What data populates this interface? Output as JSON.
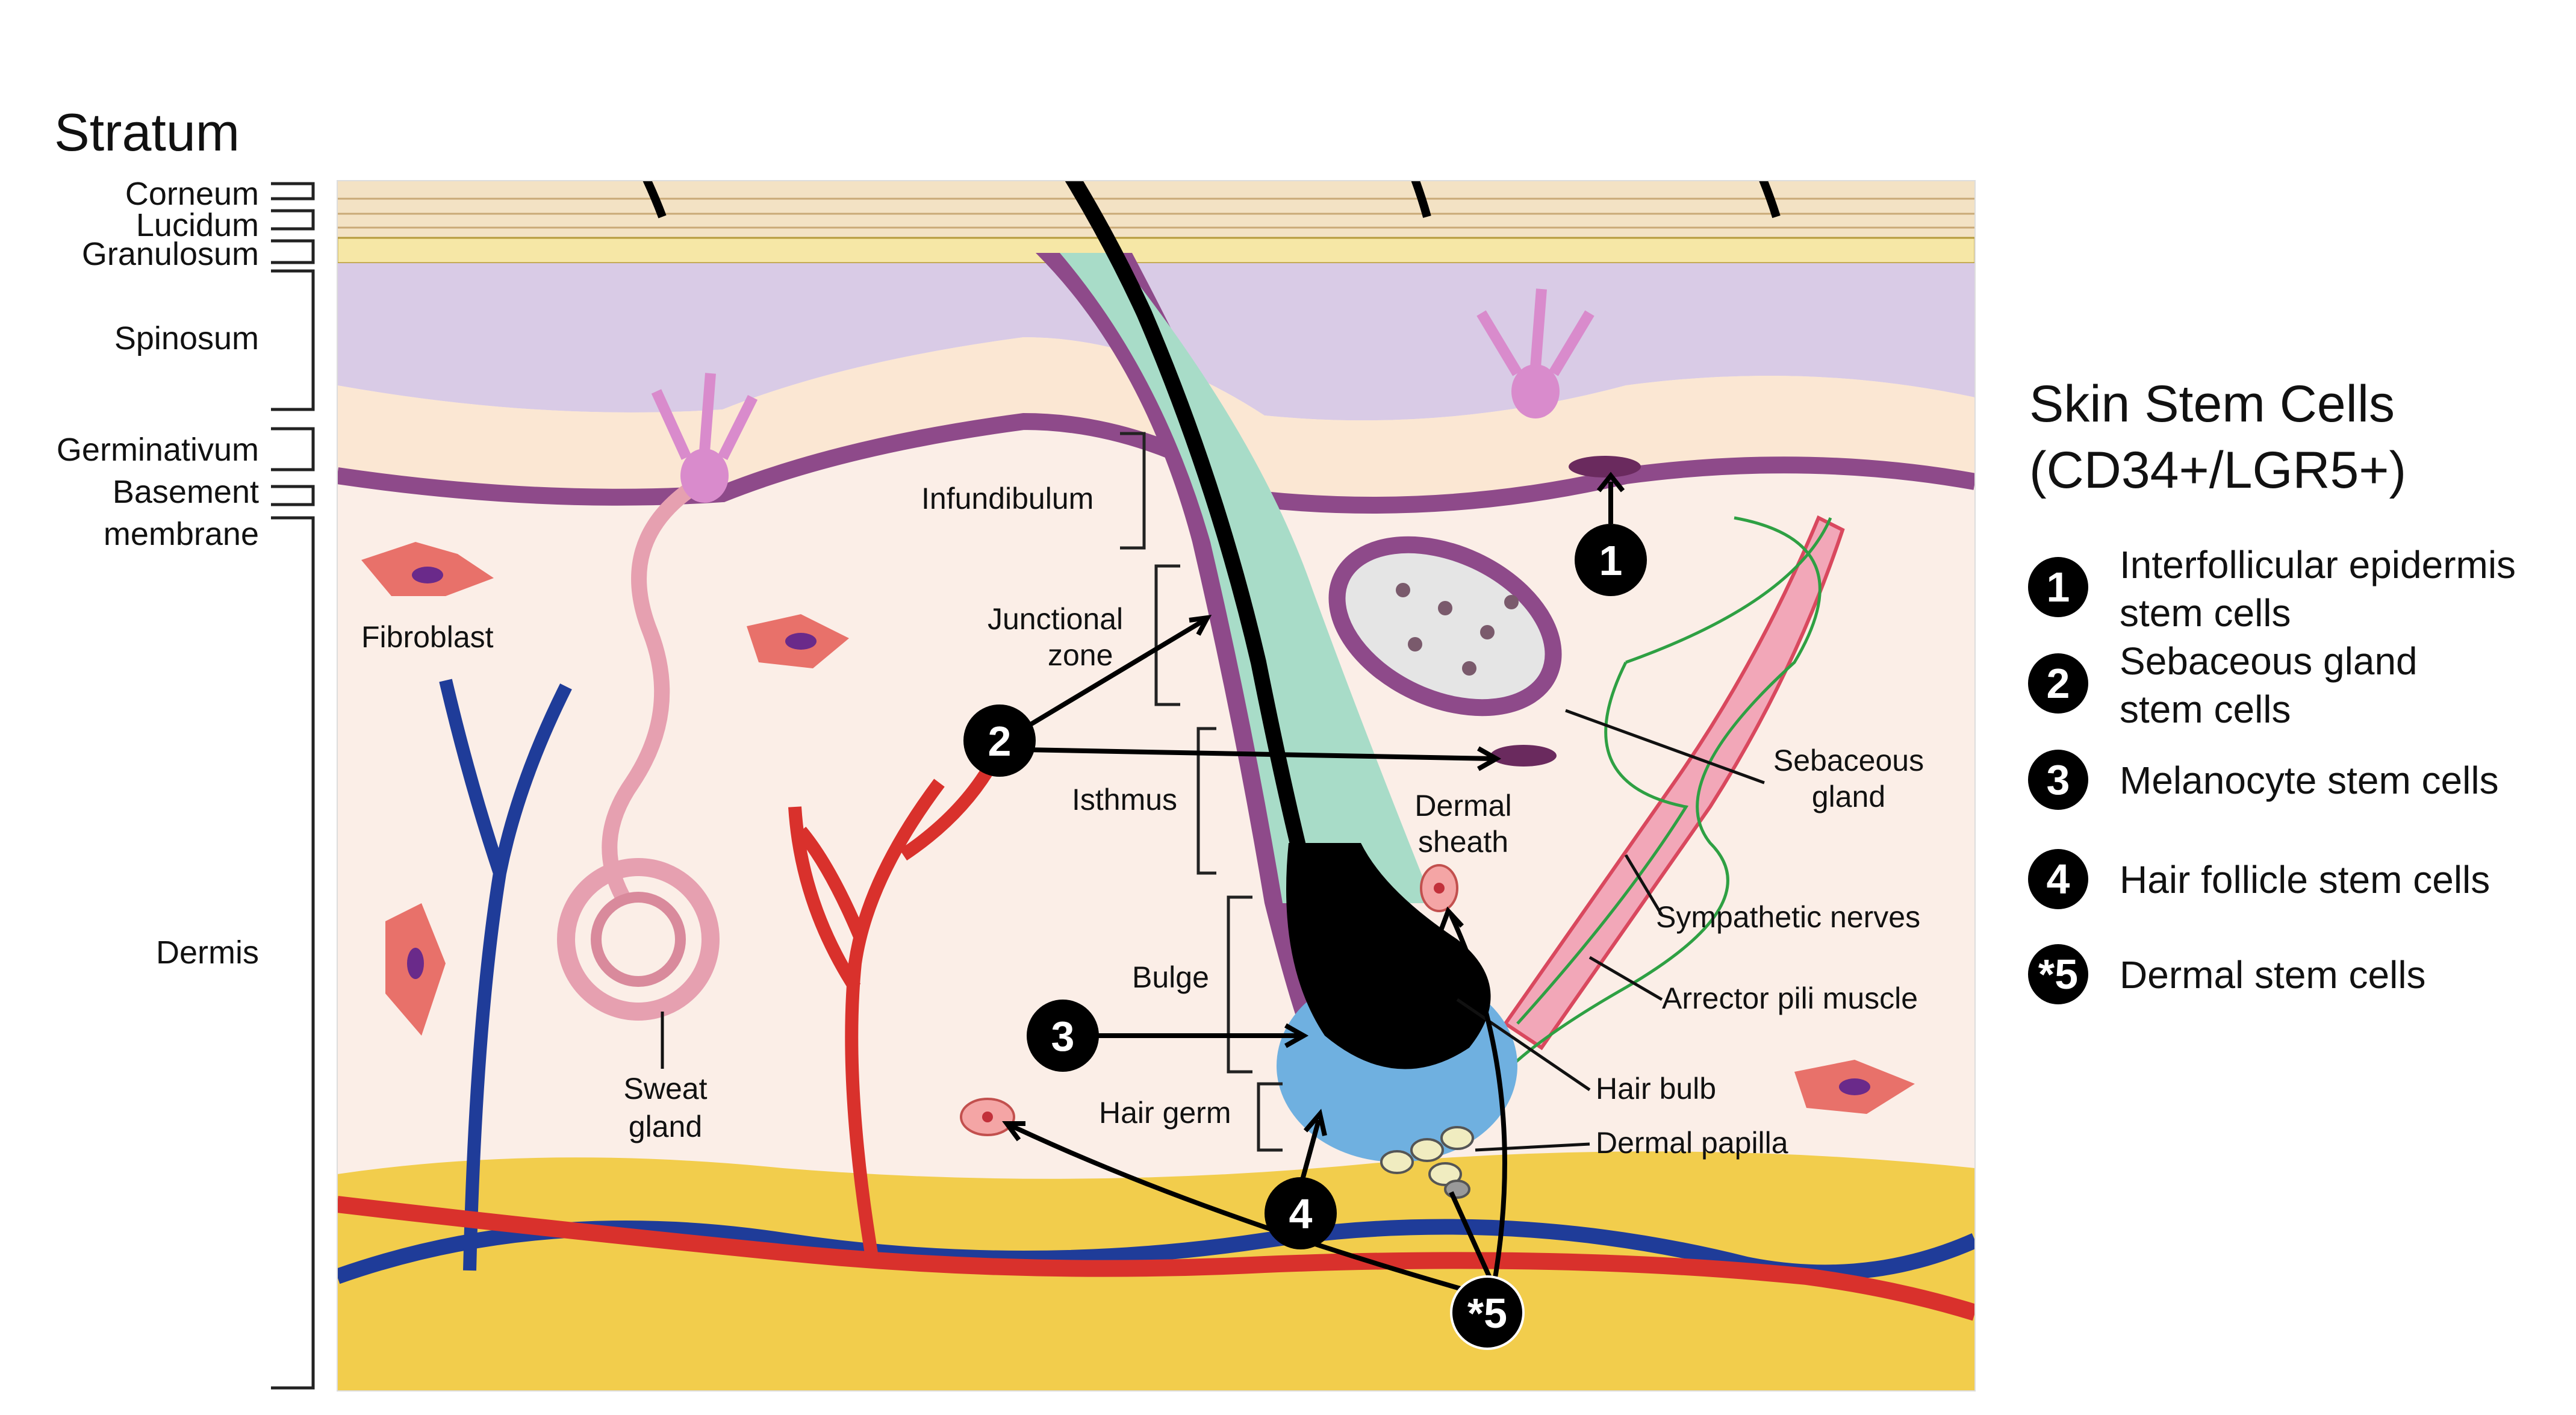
{
  "stratum_header": "Stratum",
  "layers": {
    "corneum": "Corneum",
    "lucidum": "Lucidum",
    "granulosum": "Granulosum",
    "spinosum": "Spinosum",
    "germinativum": "Germinativum",
    "basement_line1": "Basement",
    "basement_line2": "membrane",
    "dermis": "Dermis"
  },
  "structures": {
    "fibroblast": "Fibroblast",
    "infundibulum": "Infundibulum",
    "junctional_zone_line1": "Junctional",
    "junctional_zone_line2": "zone",
    "isthmus": "Isthmus",
    "dermal_sheath_line1": "Dermal",
    "dermal_sheath_line2": "sheath",
    "bulge": "Bulge",
    "hair_germ": "Hair germ",
    "sweat_gland_line1": "Sweat",
    "sweat_gland_line2": "gland",
    "sebaceous_gland_line1": "Sebaceous",
    "sebaceous_gland_line2": "gland",
    "sympathetic_nerves": "Sympathetic nerves",
    "arrector_pili": "Arrector pili muscle",
    "hair_bulb": "Hair bulb",
    "dermal_papilla": "Dermal papilla"
  },
  "badges": {
    "b1": "1",
    "b2": "2",
    "b3": "3",
    "b4": "4",
    "b5": "*5"
  },
  "legend": {
    "title_line1": "Skin Stem Cells",
    "title_line2": "(CD34+/LGR5+)",
    "items": [
      {
        "num": "1",
        "line1": "Interfollicular epidermis",
        "line2": "stem cells"
      },
      {
        "num": "2",
        "line1": "Sebaceous gland",
        "line2": "stem cells"
      },
      {
        "num": "3",
        "line1": "Melanocyte stem cells",
        "line2": ""
      },
      {
        "num": "4",
        "line1": "Hair follicle stem cells",
        "line2": ""
      },
      {
        "num": "*5",
        "line1": "Dermal stem cells",
        "line2": ""
      }
    ]
  },
  "colors": {
    "dermis": "#fbeee7",
    "spinosum": "#d9cbe6",
    "stratum_upper": "#f3e2c4",
    "granulosum": "#f6e7a6",
    "basal_cell": "#fbe7d3",
    "basal_nucleus": "#f0a070",
    "membrane": "#8e4a8a",
    "fat": "#f2cd4c",
    "artery": "#d9312c",
    "vein": "#1f3c99",
    "hair": "#000000",
    "sheath_inner": "#a8dcc8",
    "sebaceous": "#e5e5e5",
    "melanocyte": "#d98bcc",
    "fibroblast": "#e8716a",
    "muscle": "#f2a7b8",
    "nerve": "#2ea043",
    "bulb_cells": "#6fb0e0",
    "sweat_gland": "#e6a0b0"
  }
}
